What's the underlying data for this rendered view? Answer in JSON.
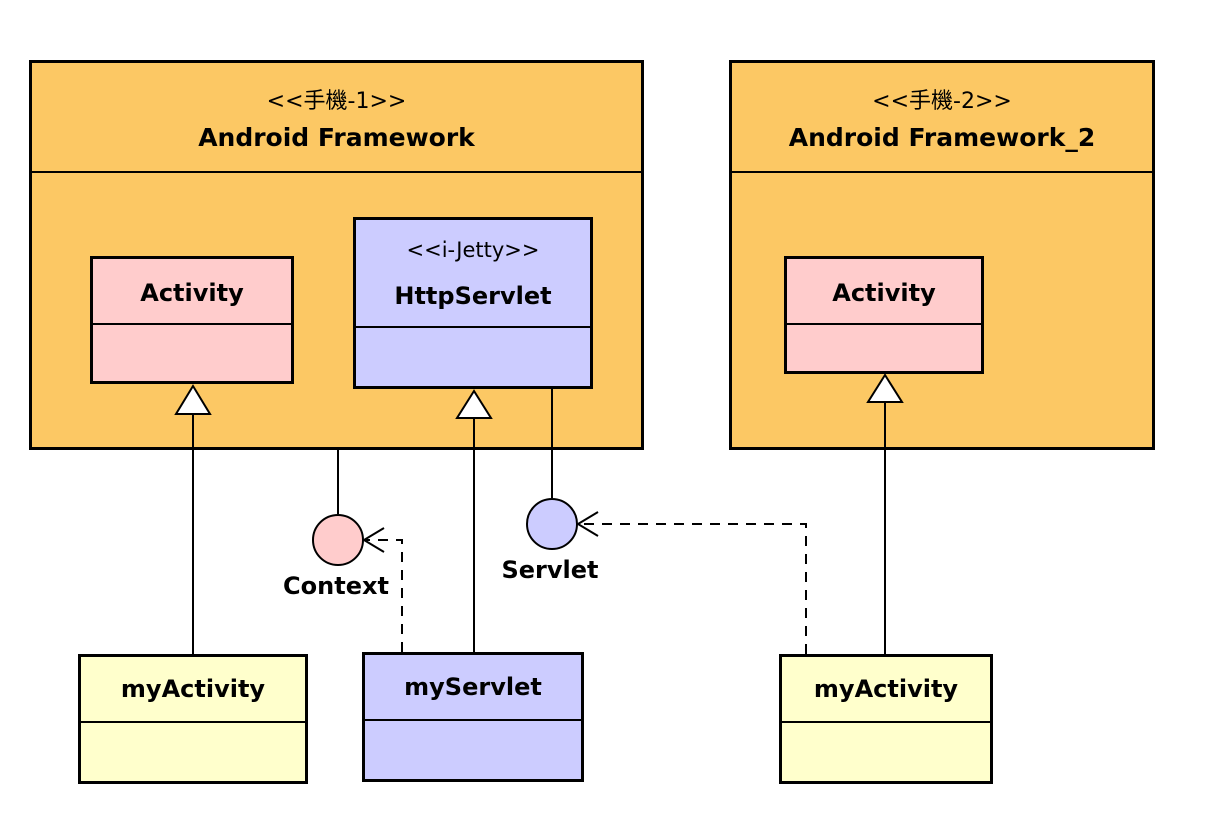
{
  "packages": [
    {
      "stereotype": "<<手機-1>>",
      "name": "Android Framework"
    },
    {
      "stereotype": "<<手機-2>>",
      "name": "Android Framework_2"
    }
  ],
  "classes": {
    "activity_1": {
      "name": "Activity"
    },
    "http_servlet": {
      "stereotype": "<<i-Jetty>>",
      "name": "HttpServlet"
    },
    "activity_2": {
      "name": "Activity"
    },
    "my_activity_1": {
      "name": "myActivity"
    },
    "my_servlet": {
      "name": "myServlet"
    },
    "my_activity_2": {
      "name": "myActivity"
    }
  },
  "interfaces": {
    "context": {
      "label": "Context",
      "color": "#ffcccc"
    },
    "servlet": {
      "label": "Servlet",
      "color": "#ccccff"
    }
  },
  "colors": {
    "package_fill": "#fcc864",
    "activity_fill": "#ffcccc",
    "servlet_fill": "#ccccff",
    "subclass_fill": "#ffffcc"
  }
}
